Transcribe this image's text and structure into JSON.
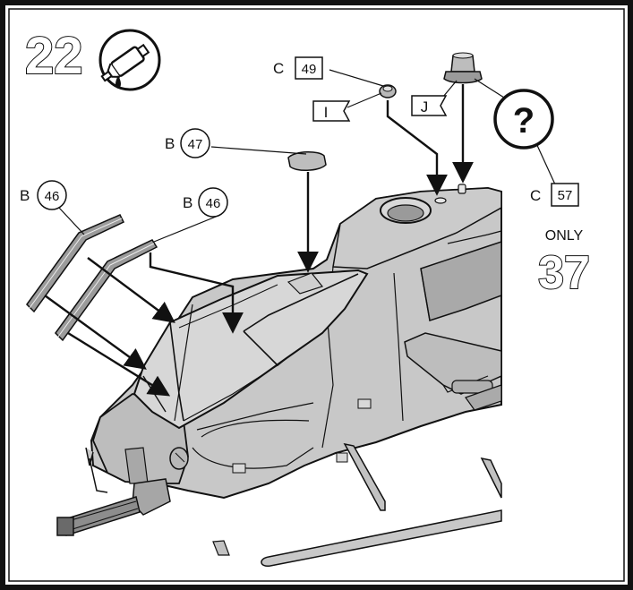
{
  "step": {
    "number": "22"
  },
  "icons": {
    "glue": "glue-tube-icon",
    "unknown": "question-mark-icon"
  },
  "callouts": [
    {
      "id": "c49",
      "letter": "C",
      "number": "49",
      "shape": "square"
    },
    {
      "id": "decal-i",
      "letter": "I",
      "shape": "decal-flag"
    },
    {
      "id": "decal-j",
      "letter": "J",
      "shape": "decal-flag"
    },
    {
      "id": "b47",
      "letter": "B",
      "number": "47",
      "shape": "circle"
    },
    {
      "id": "b46-left",
      "letter": "B",
      "number": "46",
      "shape": "circle"
    },
    {
      "id": "b46-right",
      "letter": "B",
      "number": "46",
      "shape": "circle"
    },
    {
      "id": "c57",
      "letter": "C",
      "number": "57",
      "shape": "square"
    }
  ],
  "unknown_mark": "?",
  "variant_note": {
    "label": "ONLY",
    "number": "37"
  },
  "colors": {
    "fuselage": "#c8c8c8",
    "fuselage_shade": "#b4b4b4",
    "canopy": "#d7d7d7",
    "line": "#111111"
  }
}
